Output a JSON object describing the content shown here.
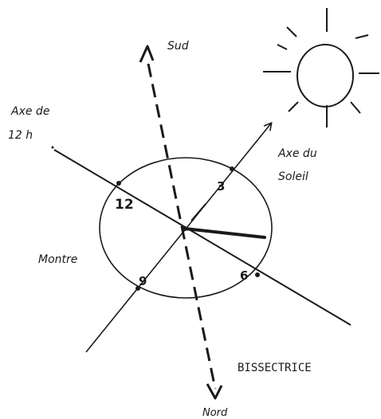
{
  "labels": {
    "south": "Sud",
    "north": "Nord",
    "axis_12h_line1": "Axe de",
    "axis_12h_line2": "12 h",
    "sun_axis_line1": "Axe du",
    "sun_axis_line2": "Soleil",
    "watch": "Montre",
    "bisector": "BISSECTRICE",
    "hour_12": "12",
    "hour_3": "3",
    "hour_6": "6",
    "hour_9": "9"
  },
  "colors": {
    "ink": "#1a1a1a",
    "background": "#ffffff"
  },
  "icons": {
    "sun": "sun-icon"
  }
}
